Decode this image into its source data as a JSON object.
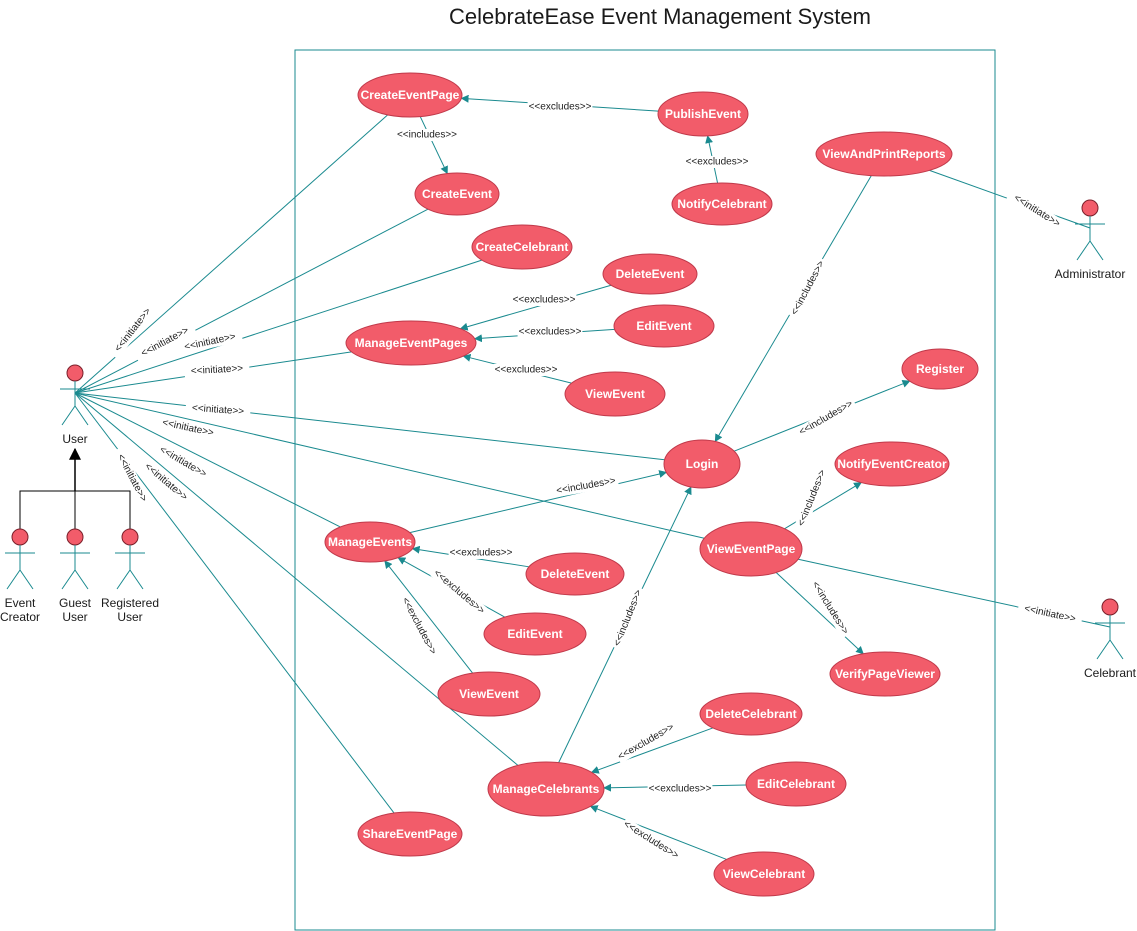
{
  "title": "CelebrateEase Event Management System",
  "colors": {
    "usecase_fill": "#f25c6a",
    "usecase_stroke": "#c0394a",
    "line": "#1a8a8f",
    "actor_head": "#f25c6a",
    "actor_stroke": "#1a8a8f",
    "generalization": "#000000"
  },
  "use_cases": [
    {
      "id": "create_event_page",
      "label": "CreateEventPage"
    },
    {
      "id": "publish_event",
      "label": "PublishEvent"
    },
    {
      "id": "create_event",
      "label": "CreateEvent"
    },
    {
      "id": "notify_celebrant",
      "label": "NotifyCelebrant"
    },
    {
      "id": "view_and_print_reports",
      "label": "ViewAndPrintReports"
    },
    {
      "id": "create_celebrant",
      "label": "CreateCelebrant"
    },
    {
      "id": "delete_event_1",
      "label": "DeleteEvent"
    },
    {
      "id": "edit_event_1",
      "label": "EditEvent"
    },
    {
      "id": "manage_event_pages",
      "label": "ManageEventPages"
    },
    {
      "id": "view_event_1",
      "label": "ViewEvent"
    },
    {
      "id": "register",
      "label": "Register"
    },
    {
      "id": "login",
      "label": "Login"
    },
    {
      "id": "notify_event_creator",
      "label": "NotifyEventCreator"
    },
    {
      "id": "manage_events",
      "label": "ManageEvents"
    },
    {
      "id": "view_event_page",
      "label": "ViewEventPage"
    },
    {
      "id": "delete_event_2",
      "label": "DeleteEvent"
    },
    {
      "id": "edit_event_2",
      "label": "EditEvent"
    },
    {
      "id": "verify_page_viewer",
      "label": "VerifyPageViewer"
    },
    {
      "id": "view_event_2",
      "label": "ViewEvent"
    },
    {
      "id": "delete_celebrant",
      "label": "DeleteCelebrant"
    },
    {
      "id": "manage_celebrants",
      "label": "ManageCelebrants"
    },
    {
      "id": "edit_celebrant",
      "label": "EditCelebrant"
    },
    {
      "id": "share_event_page",
      "label": "ShareEventPage"
    },
    {
      "id": "view_celebrant",
      "label": "ViewCelebrant"
    }
  ],
  "actors": [
    {
      "id": "user",
      "lines": [
        "User"
      ]
    },
    {
      "id": "event_creator",
      "lines": [
        "Event",
        "Creator"
      ]
    },
    {
      "id": "guest_user",
      "lines": [
        "Guest",
        "User"
      ]
    },
    {
      "id": "registered_user",
      "lines": [
        "Registered",
        "User"
      ]
    },
    {
      "id": "administrator",
      "lines": [
        "Administrator"
      ]
    },
    {
      "id": "celebrant",
      "lines": [
        "Celebrant"
      ]
    }
  ],
  "relations": [
    {
      "from": "user",
      "to": "create_event_page",
      "type": "association",
      "label": "<<initiate>>"
    },
    {
      "from": "user",
      "to": "create_event",
      "type": "association",
      "label": "<<initiate>>"
    },
    {
      "from": "user",
      "to": "create_celebrant",
      "type": "association",
      "label": "<<initiate>>"
    },
    {
      "from": "user",
      "to": "manage_event_pages",
      "type": "association",
      "label": "<<initiate>>"
    },
    {
      "from": "user",
      "to": "login",
      "type": "association",
      "label": "<<initiate>>"
    },
    {
      "from": "user",
      "to": "view_event_page",
      "type": "association",
      "label": "<<initiate>>"
    },
    {
      "from": "user",
      "to": "manage_events",
      "type": "association",
      "label": "<<initiate>>"
    },
    {
      "from": "user",
      "to": "manage_celebrants",
      "type": "association",
      "label": "<<initiate>>"
    },
    {
      "from": "user",
      "to": "share_event_page",
      "type": "association",
      "label": "<<initiate>>"
    },
    {
      "from": "administrator",
      "to": "view_and_print_reports",
      "type": "association",
      "label": "<<initiate>>"
    },
    {
      "from": "celebrant",
      "to": "view_event_page",
      "type": "association",
      "label": "<<initiate>>"
    },
    {
      "from": "create_event_page",
      "to": "create_event",
      "type": "arrow",
      "label": "<<includes>>"
    },
    {
      "from": "publish_event",
      "to": "create_event_page",
      "type": "arrow",
      "label": "<<excludes>>"
    },
    {
      "from": "notify_celebrant",
      "to": "publish_event",
      "type": "arrow",
      "label": "<<excludes>>"
    },
    {
      "from": "view_and_print_reports",
      "to": "login",
      "type": "arrow",
      "label": "<<includes>>"
    },
    {
      "from": "delete_event_1",
      "to": "manage_event_pages",
      "type": "arrow",
      "label": "<<excludes>>"
    },
    {
      "from": "edit_event_1",
      "to": "manage_event_pages",
      "type": "arrow",
      "label": "<<excludes>>"
    },
    {
      "from": "view_event_1",
      "to": "manage_event_pages",
      "type": "arrow",
      "label": "<<excludes>>"
    },
    {
      "from": "login",
      "to": "register",
      "type": "arrow",
      "label": "<<includes>>"
    },
    {
      "from": "manage_events",
      "to": "login",
      "type": "arrow",
      "label": "<<includes>>"
    },
    {
      "from": "view_event_page",
      "to": "notify_event_creator",
      "type": "arrow",
      "label": "<<includes>>"
    },
    {
      "from": "view_event_page",
      "to": "verify_page_viewer",
      "type": "arrow",
      "label": "<<includes>>"
    },
    {
      "from": "delete_event_2",
      "to": "manage_events",
      "type": "arrow",
      "label": "<<excludes>>"
    },
    {
      "from": "edit_event_2",
      "to": "manage_events",
      "type": "arrow",
      "label": "<<excludes>>"
    },
    {
      "from": "view_event_2",
      "to": "manage_events",
      "type": "arrow",
      "label": "<<excludes>>"
    },
    {
      "from": "manage_celebrants",
      "to": "login",
      "type": "arrow",
      "label": "<<includes>>"
    },
    {
      "from": "delete_celebrant",
      "to": "manage_celebrants",
      "type": "arrow",
      "label": "<<excludes>>"
    },
    {
      "from": "edit_celebrant",
      "to": "manage_celebrants",
      "type": "arrow",
      "label": "<<excludes>>"
    },
    {
      "from": "view_celebrant",
      "to": "manage_celebrants",
      "type": "arrow",
      "label": "<<excludes>>"
    },
    {
      "from": "event_creator",
      "to": "user",
      "type": "generalization",
      "label": ""
    },
    {
      "from": "guest_user",
      "to": "user",
      "type": "generalization",
      "label": ""
    },
    {
      "from": "registered_user",
      "to": "user",
      "type": "generalization",
      "label": ""
    }
  ]
}
